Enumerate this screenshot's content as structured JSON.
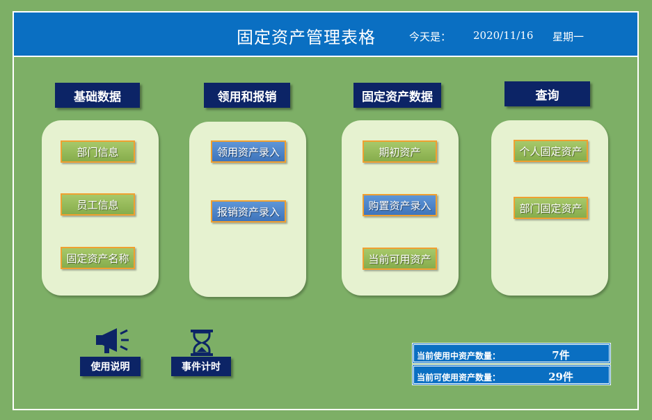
{
  "header": {
    "title": "固定资产管理表格",
    "today_label": "今天是：",
    "date": "2020/11/16",
    "weekday": "星期一"
  },
  "sections": [
    {
      "title": "基础数据",
      "buttons": [
        "部门信息",
        "员工信息",
        "固定资产名称"
      ]
    },
    {
      "title": "领用和报销",
      "buttons": [
        "领用资产录入",
        "报销资产录入"
      ]
    },
    {
      "title": "固定资产数据",
      "buttons": [
        "期初资产",
        "购置资产录入",
        "当前可用资产"
      ]
    },
    {
      "title": "查询",
      "buttons": [
        "个人固定资产",
        "部门固定资产"
      ]
    }
  ],
  "nav": {
    "manual_label": "使用说明",
    "manual_icon": "megaphone-icon",
    "timer_label": "事件计时",
    "timer_icon": "hourglass-icon"
  },
  "stats": {
    "in_use_label": "当前使用中资产数量：",
    "in_use_value": "7件",
    "available_label": "当前可使用资产数量：",
    "available_value": "29件"
  },
  "colors": {
    "background": "#7daf66",
    "header": "#0a6fc2",
    "section_title": "#0c2466",
    "panel": "#e6f2d0",
    "button_green": "#9bbf5f",
    "button_blue": "#4f86c9",
    "button_border": "#f0a030"
  }
}
